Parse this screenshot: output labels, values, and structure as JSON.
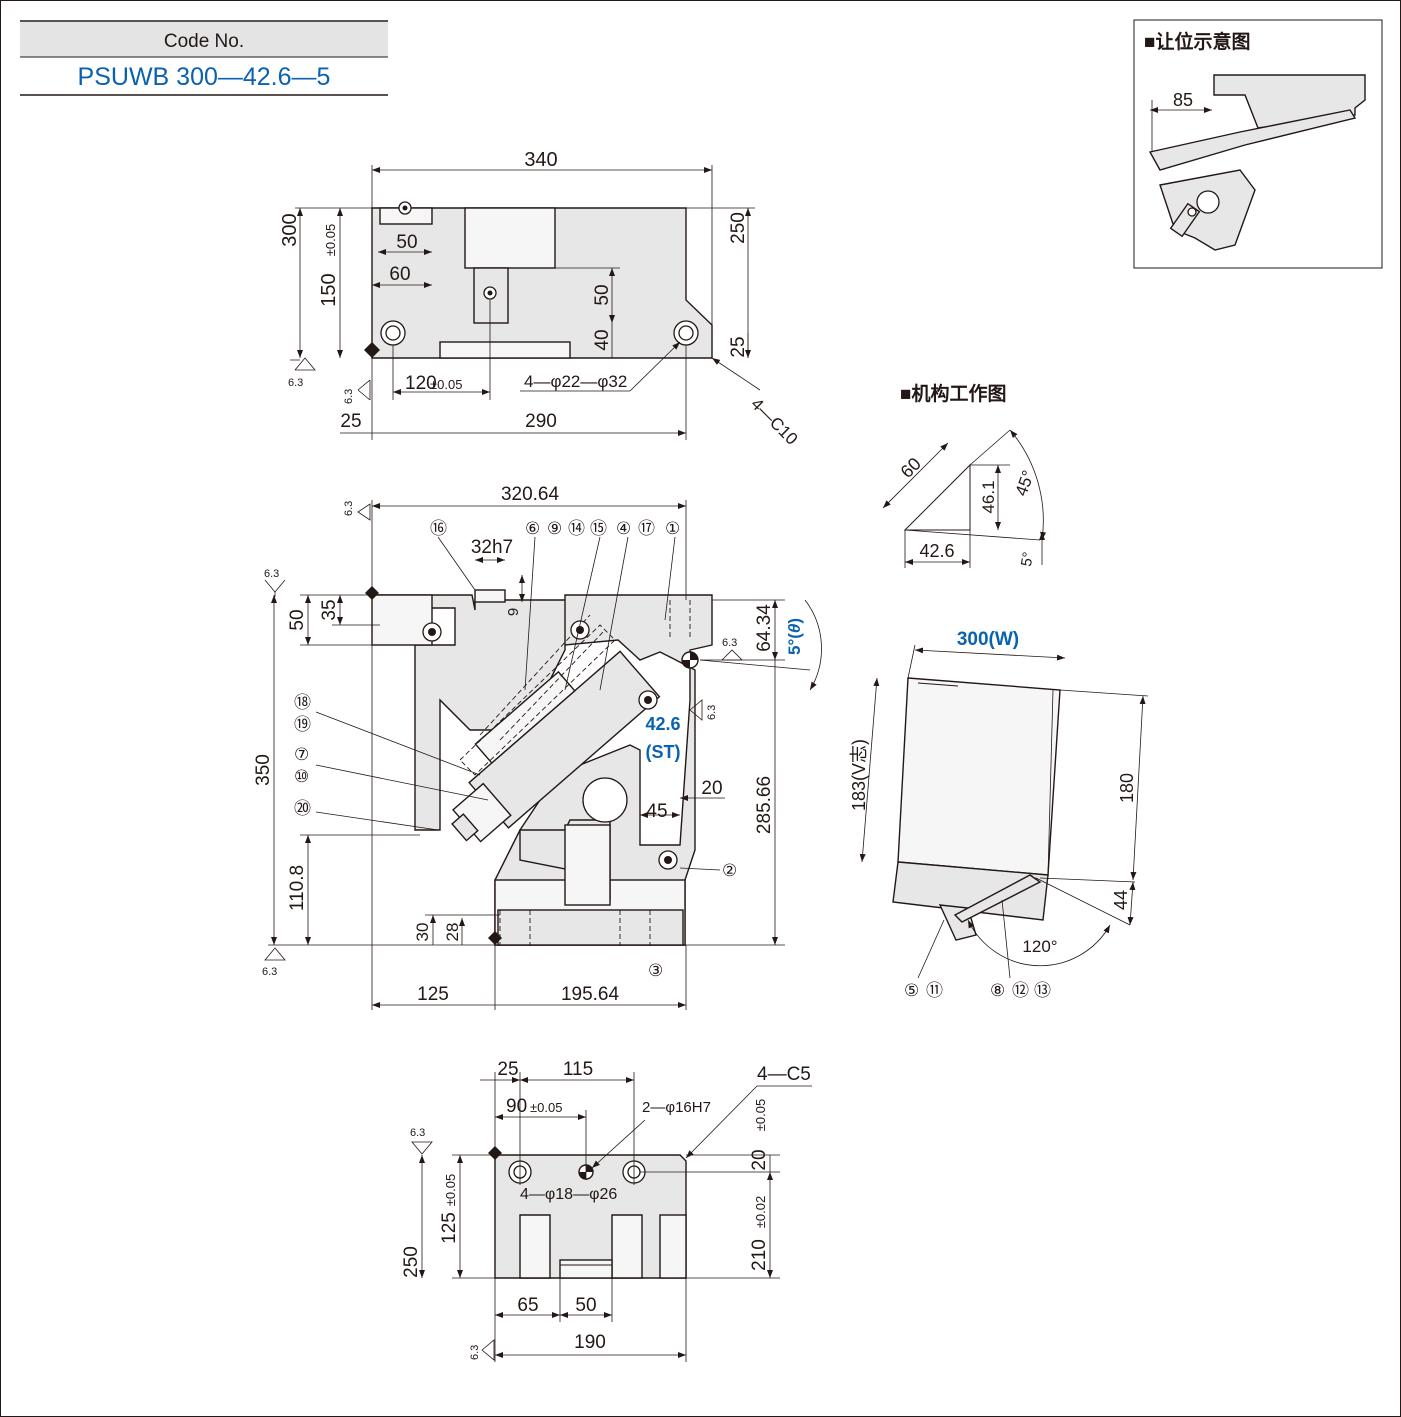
{
  "code_box": {
    "header": "Code No.",
    "value": "PSUWB 300—42.6—5"
  },
  "inset_title": "■让位示意图",
  "mechanism_title": "■机构工作图",
  "top_view": {
    "dims": {
      "d340": "340",
      "d300": "300",
      "d150": "150",
      "tol005": "±0.05",
      "d50": "50",
      "d60": "60",
      "d250": "250",
      "d50b": "50",
      "d40": "40",
      "d25r": "25",
      "d120": "120",
      "d25": "25",
      "d290": "290",
      "holes": "4—φ22—φ32",
      "chamfer": "4—C10",
      "rough1": "6.3",
      "rough2": "6.3"
    }
  },
  "front_view": {
    "dims": {
      "d320": "320.64",
      "d32h7": "32h7",
      "d9": "9",
      "d50": "50",
      "d35": "35",
      "d350": "350",
      "d110": "110.8",
      "d30": "30",
      "d28": "28",
      "d125": "125",
      "d195": "195.64",
      "d6434": "64.34",
      "d5": "5°(",
      "theta": "θ",
      "close": ")",
      "d28566": "285.66",
      "d20": "20",
      "d45": "45",
      "st1": "42.6",
      "st2": "(ST)",
      "r1": "6.3",
      "r2": "6.3",
      "r3": "6.3",
      "r4": "6.3",
      "r5": "6.3"
    },
    "labels": {
      "p17": "⑯",
      "p6": "⑥",
      "p9": "⑨",
      "p14": "⑭",
      "p15": "⑮",
      "p4": "④",
      "p16": "⑰",
      "p1": "①",
      "p18": "⑱",
      "p19": "⑲",
      "p7": "⑦",
      "p10": "⑩",
      "p20": "⑳",
      "p2": "②",
      "p3": "③"
    }
  },
  "bottom_view": {
    "dims": {
      "d25": "25",
      "d115": "115",
      "d90": "90",
      "tol": "±0.05",
      "hole2": "2—φ16H7",
      "c5": "4—C5",
      "d20": "20",
      "tol20": "±0.05",
      "d125": "125",
      "tol125": "±0.05",
      "d250": "250",
      "d210": "210",
      "tol210": "±0.02",
      "holes4": "4—φ18—φ26",
      "d65": "65",
      "d50": "50",
      "d190": "190",
      "r1": "6.3",
      "r2": "6.3"
    }
  },
  "mechanism": {
    "d60": "60",
    "d461": "46.1",
    "d45": "45°",
    "d426": "42.6",
    "d5": "5°"
  },
  "side_view": {
    "w1": "300",
    "w2": "(W)",
    "d183": "183(V志)",
    "d180": "180",
    "d44": "44",
    "d120": "120°",
    "l5": "⑤",
    "l11": "⑪",
    "l8": "⑧",
    "l12": "⑫",
    "l13": "⑬"
  }
}
